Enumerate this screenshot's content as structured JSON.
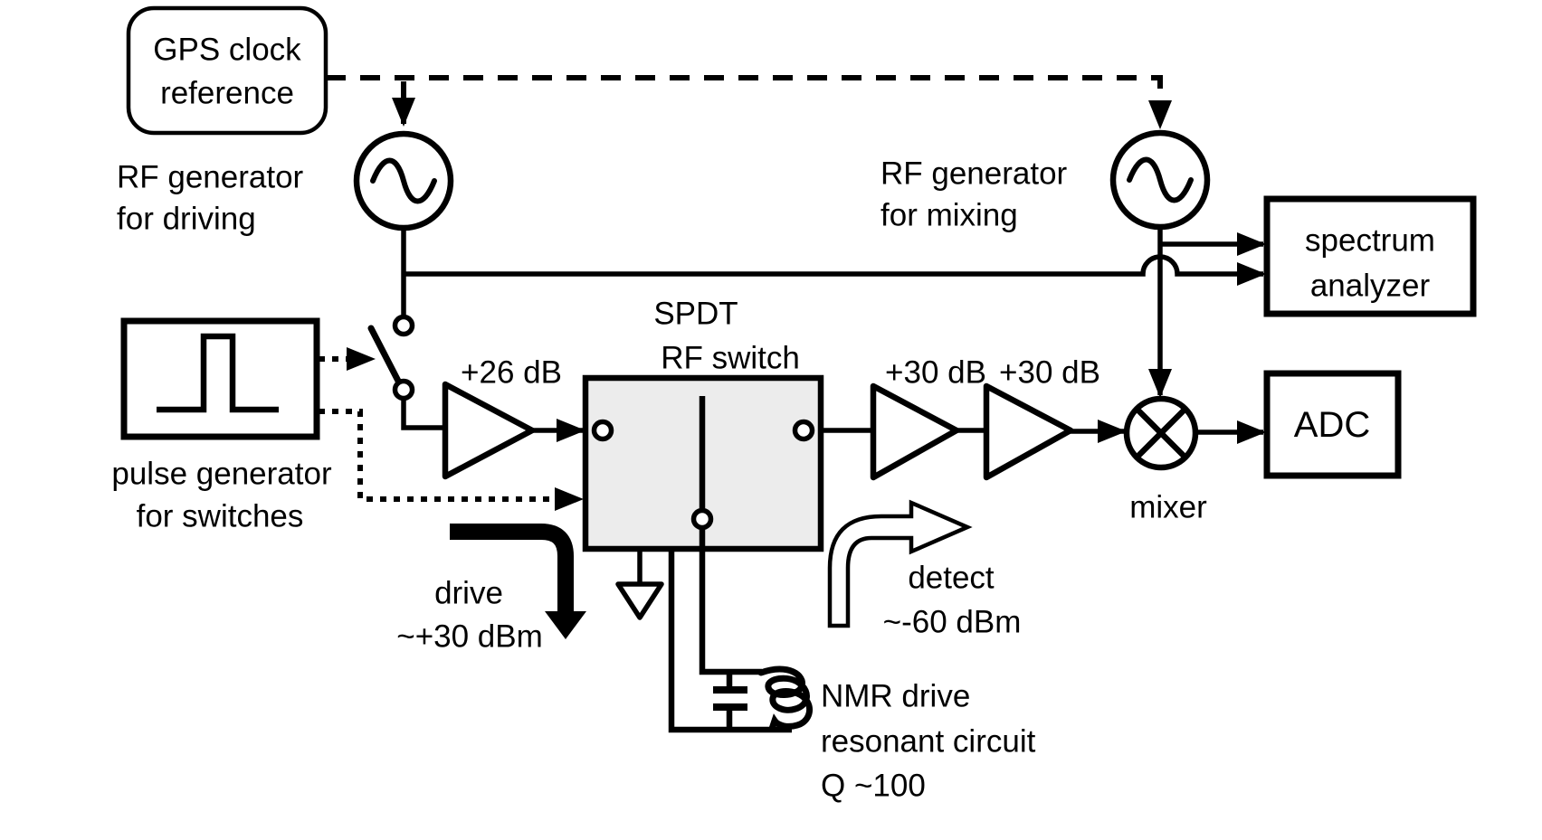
{
  "diagram": {
    "title_hint": "NMR RF drive and detection block diagram",
    "colors": {
      "background": "#ffffff",
      "ink": "#000000",
      "spdt_fill": "#ececec"
    },
    "gps": {
      "line1": "GPS clock",
      "line2": "reference"
    },
    "rf_driving": {
      "line1": "RF generator",
      "line2": "for driving"
    },
    "rf_mixing": {
      "line1": "RF generator",
      "line2": "for mixing"
    },
    "spectrum_analyzer": {
      "line1": "spectrum",
      "line2": "analyzer"
    },
    "adc": {
      "label": "ADC"
    },
    "mixer": {
      "label": "mixer"
    },
    "pulse_generator": {
      "line1": "pulse generator",
      "line2": "for switches"
    },
    "spdt_switch": {
      "line1": "SPDT",
      "line2": "RF switch"
    },
    "amp_drive": {
      "gain": "+26 dB"
    },
    "amp_detect1": {
      "gain": "+30 dB"
    },
    "amp_detect2": {
      "gain": "+30 dB"
    },
    "drive_note": {
      "line1": "drive",
      "line2": "~+30 dBm"
    },
    "detect_note": {
      "line1": "detect",
      "line2": "~-60 dBm"
    },
    "nmr_note": {
      "line1": "NMR drive",
      "line2": "resonant circuit",
      "line3": "Q ~100"
    }
  }
}
